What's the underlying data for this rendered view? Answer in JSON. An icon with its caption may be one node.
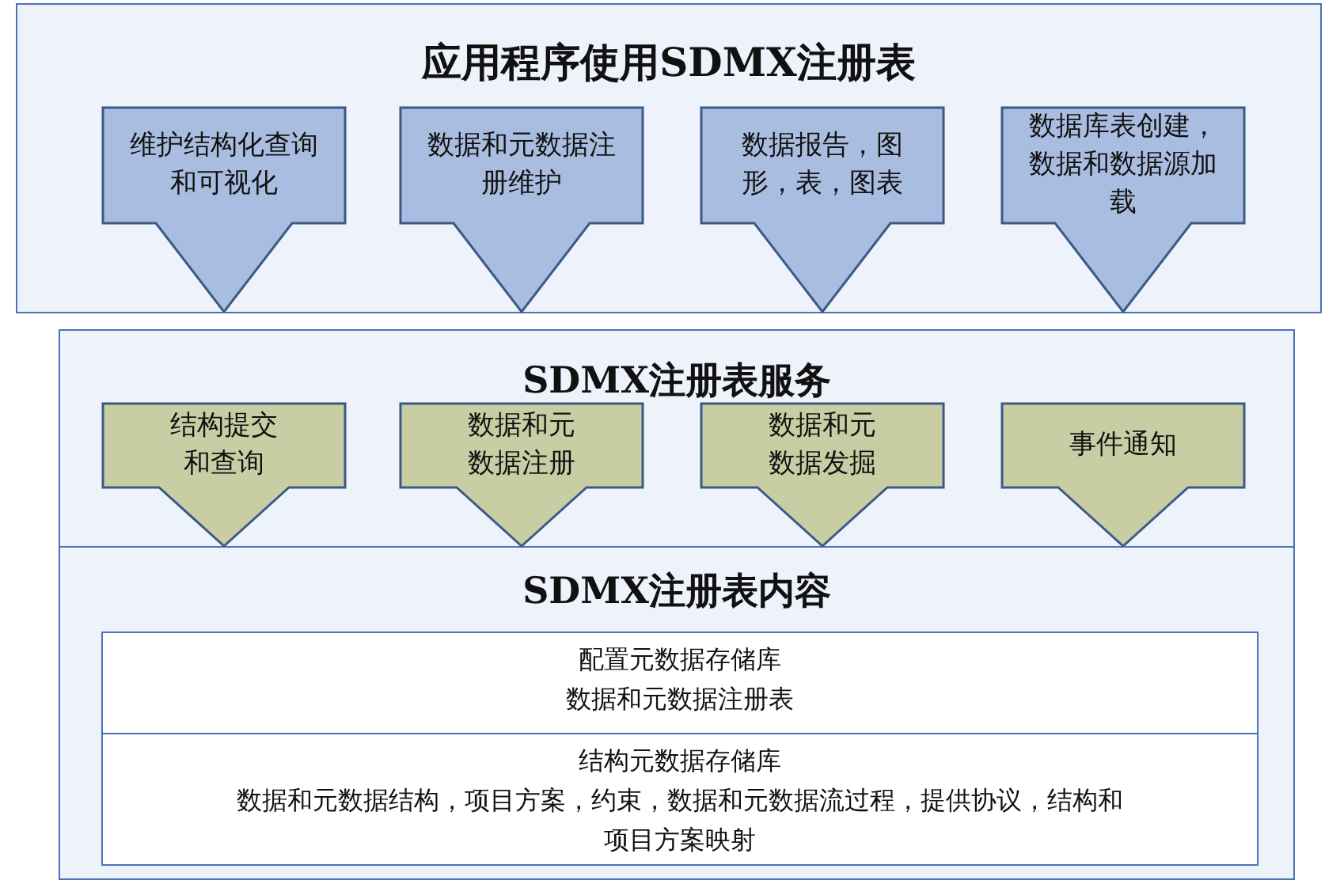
{
  "diagram": {
    "nodes": [
      {
        "text": [
          "应用程序使用SDMX注册表"
        ]
      },
      {
        "text": [
          "维护结构化查询和可视化"
        ],
        "in": 0
      },
      {
        "text": [
          "数据和元数据注册维护"
        ],
        "in": 0
      },
      {
        "text": [
          "数据报告，图形，表，图表"
        ],
        "in": 0
      },
      {
        "text": [
          "数据库表创建，数据和数据源加载"
        ],
        "in": 0
      },
      {
        "text": [
          "SDMX注册表服务"
        ]
      },
      {
        "text": [
          "结构提交和查询"
        ],
        "in": 5
      },
      {
        "text": [
          "数据和元数据注册"
        ],
        "in": 5
      },
      {
        "text": [
          "数据和元数据发掘"
        ],
        "in": 5
      },
      {
        "text": [
          "事件通知"
        ],
        "in": 5
      },
      {
        "text": [
          "SDMX注册表内容"
        ]
      },
      {
        "text": [
          "配置元数据存储库",
          "数据和元数据注册表"
        ],
        "in": 10
      },
      {
        "text": [
          "结构元数据存储库",
          "数据和元数据结构，项目方案，约束，数据和元数据流过程，提供协议，结构和项目方案映射"
        ],
        "in": 10
      }
    ]
  }
}
